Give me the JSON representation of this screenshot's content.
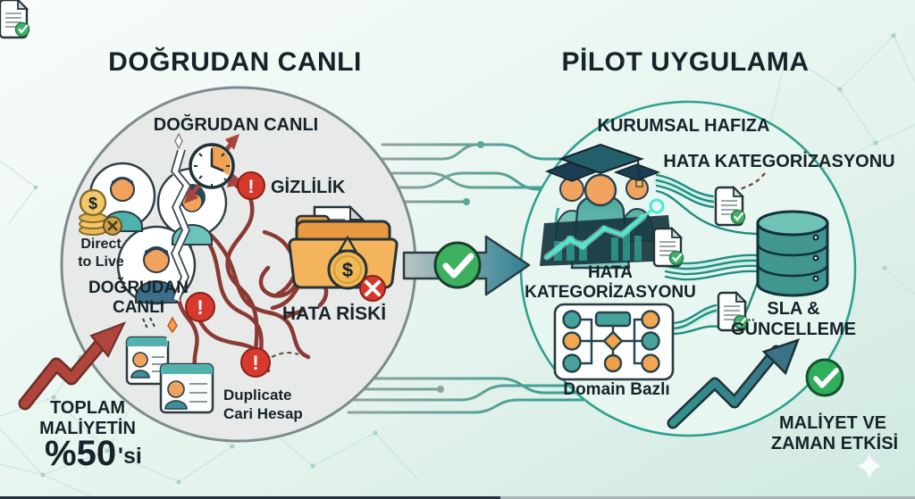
{
  "titles": {
    "left": "DOĞRUDAN CANLI",
    "right": "PİLOT UYGULAMA"
  },
  "left": {
    "top_label": "DOĞRUDAN CANLI",
    "direct_to_live": [
      "Direct",
      "to Live"
    ],
    "privacy": "GİZLİLİK",
    "error_risk": "HATA RİSKİ",
    "inner_label": [
      "DOĞRUDAN",
      "CANLI"
    ],
    "duplicate": [
      "Duplicate",
      "Cari Hesap"
    ],
    "total_cost": [
      "TOPLAM",
      "MALİYETİN"
    ],
    "cost_pct": "%50",
    "cost_suffix": "'si",
    "warning_symbol": "!",
    "dollar_symbol": "$"
  },
  "right": {
    "top_label": "KURUMSAL HAFIZA",
    "categorization_top": "HATA KATEGORİZASYONU",
    "categorization_mid": [
      "HATA",
      "KATEGORİZASYONU"
    ],
    "domain_based": "Domain Bazlı",
    "sla": [
      "SLA &",
      "GÜNCELLEME"
    ],
    "impact": [
      "MALİYET VE",
      "ZAMAN ETKİSİ"
    ]
  },
  "colors": {
    "accent_teal": "#2fa18e",
    "accent_red": "#a8443c",
    "warning_red": "#d63a2e",
    "success_green": "#3cb05f",
    "left_circle_fill": "#e7eae9",
    "right_circle_fill": "#e7f6f1"
  }
}
